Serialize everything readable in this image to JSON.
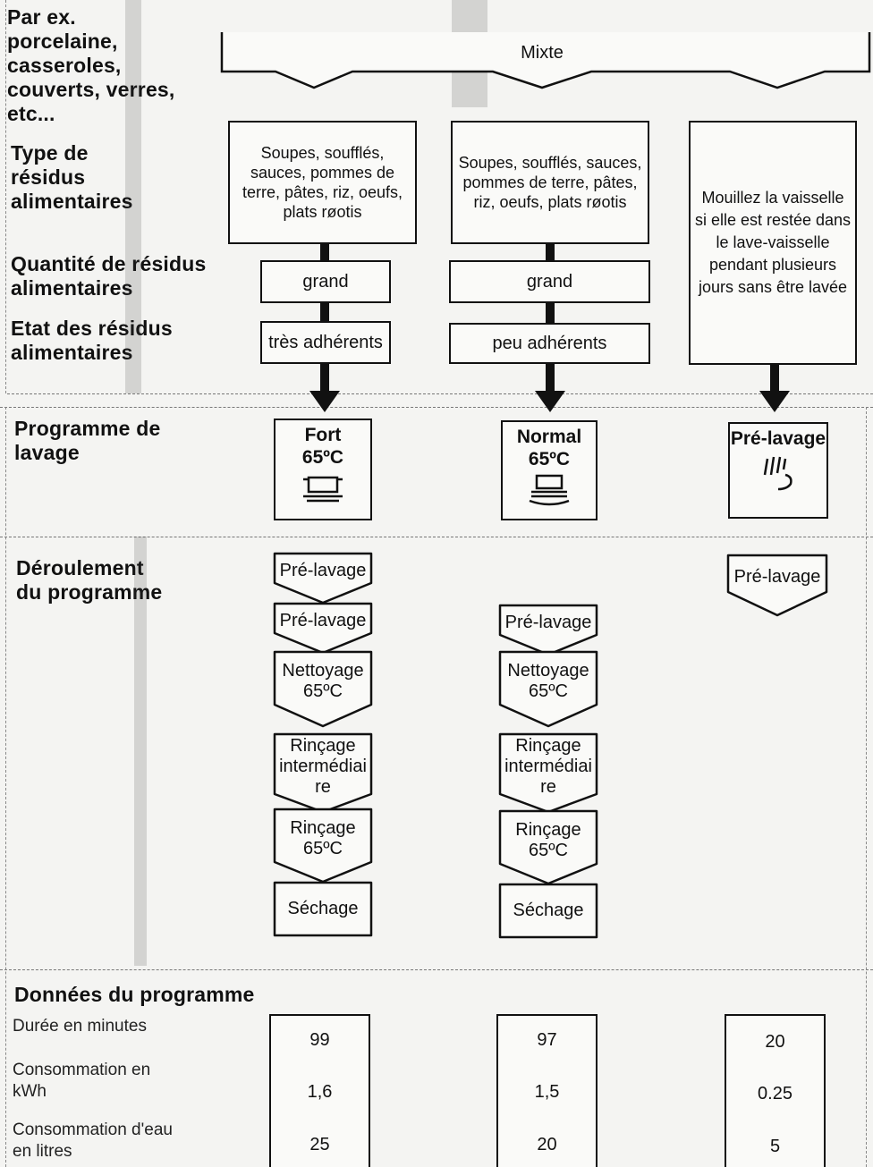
{
  "labels": {
    "par_ex": "Par ex.",
    "porcelaine": "porcelaine,",
    "casseroles": "casseroles,",
    "couverts": "couverts, verres,",
    "etc": "etc...",
    "type_1": "Type de",
    "type_2": "résidus",
    "type_3": "alimentaires",
    "quantite_1": "Quantité de résidus",
    "quantite_2": "alimentaires",
    "etat_1": "Etat des résidus",
    "etat_2": "alimentaires",
    "programme_1": "Programme de",
    "programme_2": "lavage",
    "deroulement_1": "Déroulement",
    "deroulement_2": "du programme",
    "donnees": "Données du programme",
    "duree": "Durée en minutes",
    "conso_kwh_1": "Consommation en",
    "conso_kwh_2": "kWh",
    "conso_eau_1": "Consommation d'eau",
    "conso_eau_2": "en litres"
  },
  "mixte": "Mixte",
  "columns": [
    {
      "residus_type": "Soupes, soufflés, sauces, pommes de terre, pâtes, riz, oeufs, plats røotis",
      "quantite": "grand",
      "etat": "très adhérents",
      "program_name": "Fort",
      "program_temp": "65ºC",
      "program_icon": "pot-icon",
      "steps": [
        {
          "l1": "Pré-lavage"
        },
        {
          "l1": "Pré-lavage"
        },
        {
          "l1": "Nettoyage",
          "l2": "65ºC"
        },
        {
          "l1": "Rinçage",
          "l2": "intermédiai",
          "l3": "re"
        },
        {
          "l1": "Rinçage",
          "l2": "65ºC"
        },
        {
          "l1": "Séchage"
        }
      ],
      "duree": "99",
      "kwh": "1,6",
      "eau": "25"
    },
    {
      "residus_type": "Soupes, soufflés, sauces, pommes de terre, pâtes, riz, oeufs, plats røotis",
      "quantite": "grand",
      "etat": "peu adhérents",
      "program_name": "Normal",
      "program_temp": "65ºC",
      "program_icon": "dishes-icon",
      "steps": [
        {
          "l1": "Pré-lavage"
        },
        {
          "l1": "Nettoyage",
          "l2": "65ºC"
        },
        {
          "l1": "Rinçage",
          "l2": "intermédiai",
          "l3": "re"
        },
        {
          "l1": "Rinçage",
          "l2": "65ºC"
        },
        {
          "l1": "Séchage"
        }
      ],
      "duree": "97",
      "kwh": "1,5",
      "eau": "20"
    },
    {
      "note": "Mouillez la vaisselle si elle est restée dans le lave-vaisselle pendant plusieurs jours sans être lavée",
      "program_name": "Pré-lavage",
      "program_icon": "spray-hand-icon",
      "steps": [
        {
          "l1": "Pré-lavage"
        }
      ],
      "duree": "20",
      "kwh": "0.25",
      "eau": "5"
    }
  ]
}
